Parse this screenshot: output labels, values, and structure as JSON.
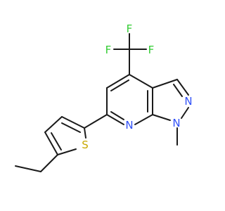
{
  "structure": {
    "atoms": [
      {
        "id": "F1",
        "label": "F",
        "color": "#33cc33"
      },
      {
        "id": "F2",
        "label": "F",
        "color": "#33cc33"
      },
      {
        "id": "F3",
        "label": "F",
        "color": "#33cc33"
      },
      {
        "id": "N1",
        "label": "N",
        "color": "#3050f8"
      },
      {
        "id": "N2",
        "label": "N",
        "color": "#3050f8"
      },
      {
        "id": "N3",
        "label": "N",
        "color": "#3050f8"
      },
      {
        "id": "S1",
        "label": "S",
        "color": "#c8a800"
      }
    ],
    "bond_color": "#1a1a1a"
  }
}
